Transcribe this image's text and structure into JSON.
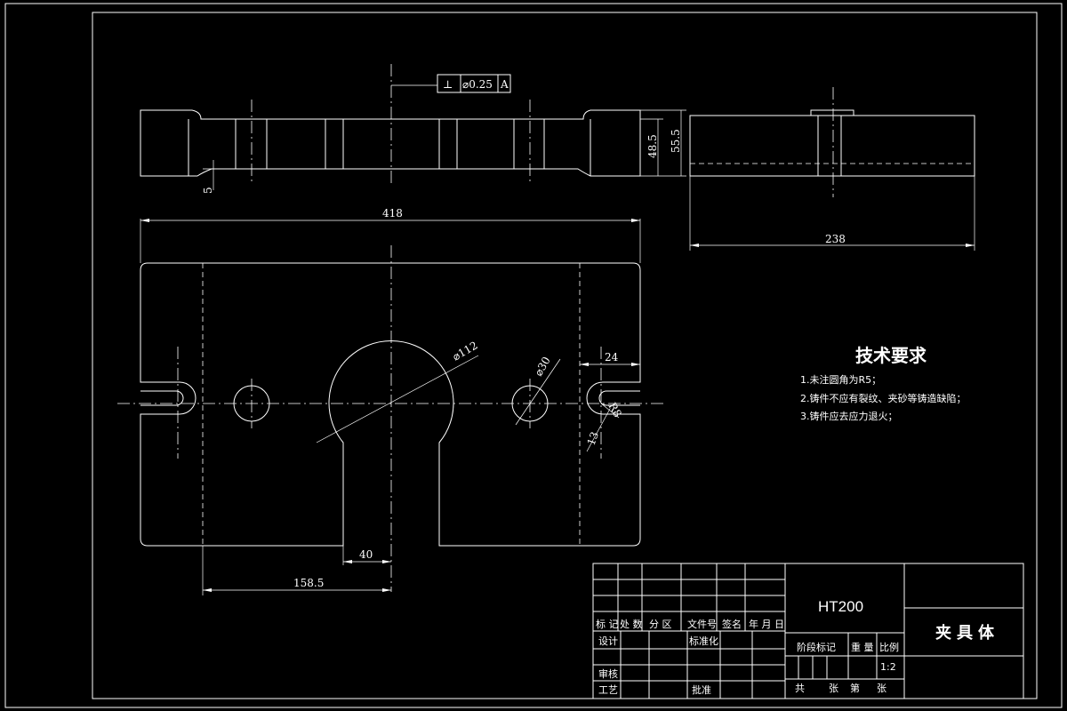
{
  "drawing": {
    "tolerance": {
      "symbol": "⊥",
      "value": "⌀0.25",
      "datum": "A"
    },
    "dims": {
      "overall_length": "418",
      "side_width": "238",
      "height_outer": "55.5",
      "height_inner": "48.5",
      "step": "5",
      "bore_dia": "⌀112",
      "hole_dia": "⌀30",
      "slot_offset": "24",
      "slot_r": "R8",
      "slot_w": "13",
      "slot_width": "40",
      "center_dist": "158.5"
    },
    "tech_req": {
      "title": "技术要求",
      "items": [
        "1.未注圆角为R5；",
        "2.铸件不应有裂纹、夹砂等铸造缺陷；",
        "3.铸件应去应力退火；"
      ]
    }
  },
  "title_block": {
    "material": "HT200",
    "part_name": "夹具体",
    "scale": "1:2",
    "labels": {
      "mark": "标 记",
      "count": "处 数",
      "zone": "分 区",
      "doc_no": "文件号",
      "sign": "签名",
      "date": "年 月 日",
      "design": "设计",
      "standard": "标准化",
      "stage_mark": "阶段标记",
      "weight": "重 量",
      "scale_label": "比例",
      "review": "审核",
      "process": "工艺",
      "approve": "批准",
      "total": "共",
      "sheets": "张",
      "sheet_no": "第",
      "sheet": "张"
    }
  }
}
